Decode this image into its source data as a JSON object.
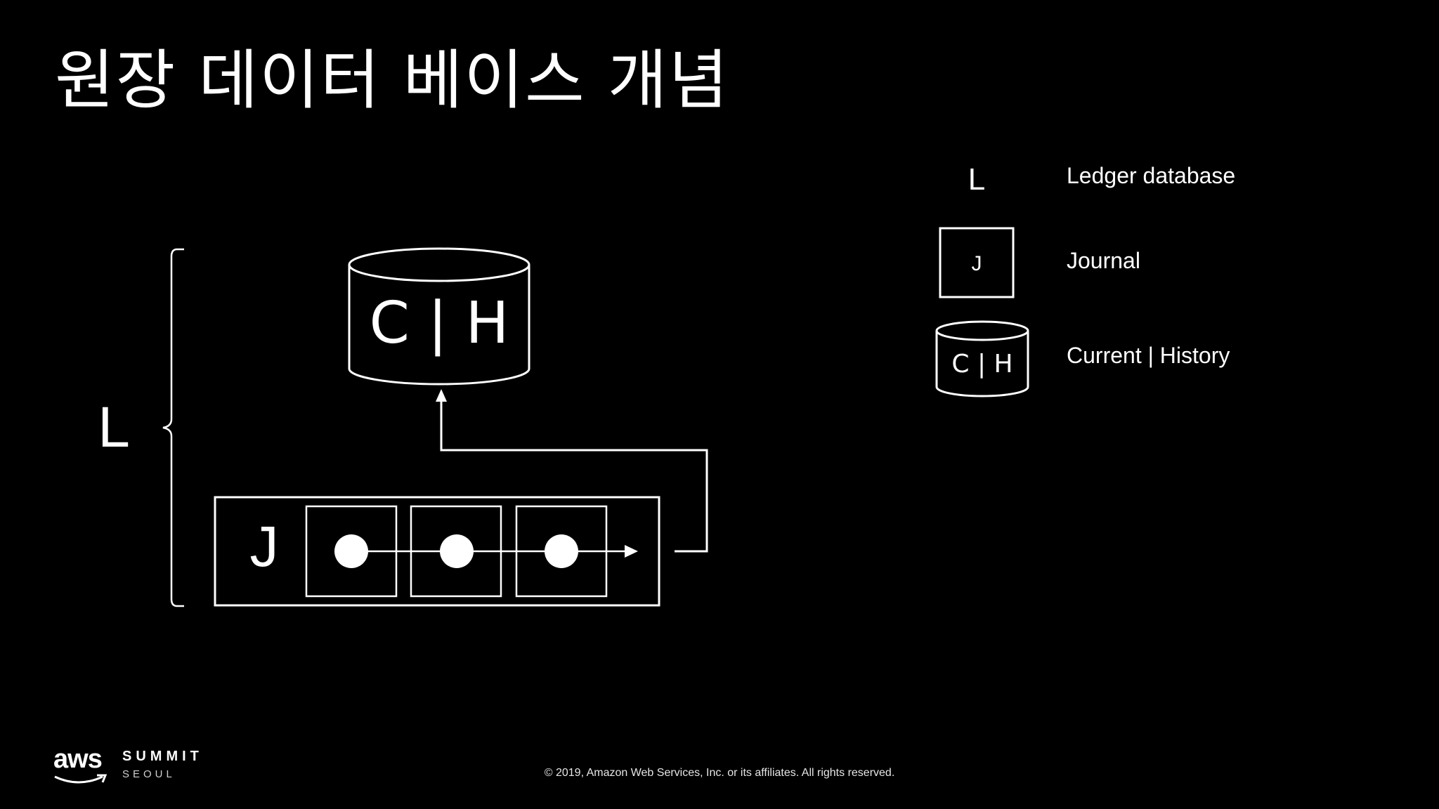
{
  "slide": {
    "title": "원장 데이터 베이스 개념"
  },
  "diagram": {
    "ledger_label": "L",
    "journal_label": "J",
    "store_label": "C | H"
  },
  "legend": {
    "items": [
      {
        "symbol": "L",
        "label": "Ledger database",
        "icon": "letter-l-icon"
      },
      {
        "symbol": "J",
        "label": "Journal",
        "icon": "square-box-icon"
      },
      {
        "symbol": "C | H",
        "label": "Current | History",
        "icon": "cylinder-icon"
      }
    ]
  },
  "footer": {
    "copyright": "© 2019, Amazon Web Services, Inc. or its affiliates. All rights reserved.",
    "logo_brand": "aws",
    "logo_event": "SUMMIT",
    "logo_city": "SEOUL"
  },
  "colors": {
    "background": "#000000",
    "foreground": "#ffffff"
  }
}
